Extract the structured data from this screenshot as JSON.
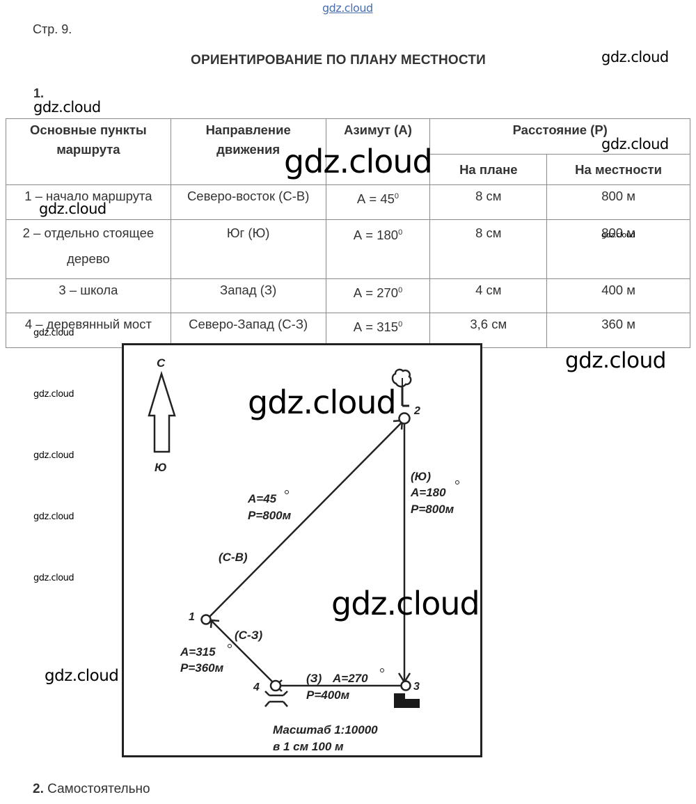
{
  "watermark": "gdz.cloud",
  "page_label": "Стр. 9.",
  "title": "ОРИЕНТИРОВАНИЕ ПО ПЛАНУ МЕСТНОСТИ",
  "task1_number": "1.",
  "table": {
    "headers": {
      "points": "Основные пункты маршрута",
      "direction": "Направление движения",
      "azimuth": "Азимут (А)",
      "distance": "Расстояние (Р)",
      "on_plan": "На плане",
      "on_ground": "На местности"
    },
    "rows": [
      {
        "point": "1 – начало маршрута",
        "direction": "Северо-восток (С-В)",
        "azimuth": "А = 45",
        "plan": "8 см",
        "ground": "800 м"
      },
      {
        "point": "2 – отдельно стоящее дерево",
        "direction": "Юг (Ю)",
        "azimuth": "А = 180",
        "plan": "8 см",
        "ground": "800 м"
      },
      {
        "point": "3 – школа",
        "direction": "Запад (З)",
        "azimuth": "А = 270",
        "plan": "4 см",
        "ground": "400 м"
      },
      {
        "point": "4 – деревянный мост",
        "direction": "Северо-Запад (С-З)",
        "azimuth": "А = 315",
        "plan": "3,6 см",
        "ground": "360 м"
      }
    ],
    "degree_mark": "0"
  },
  "map": {
    "north": "С",
    "south": "Ю",
    "points": {
      "p1": "1",
      "p2": "2",
      "p3": "3",
      "p4": "4"
    },
    "legs": {
      "leg12": {
        "dir": "(С-В)",
        "az": "А=45",
        "dist": "Р=800м"
      },
      "leg23": {
        "dir": "(Ю)",
        "az": "А=180",
        "dist": "Р=800м"
      },
      "leg34": {
        "dir": "(З)",
        "az": "А=270",
        "dist": "Р=400м"
      },
      "leg41": {
        "dir": "(С-З)",
        "az": "А=315",
        "dist": "Р=360м"
      }
    },
    "scale_line1": "Масштаб 1:10000",
    "scale_line2": "в 1 см 100 м"
  },
  "task2": {
    "number": "2.",
    "text": "Самостоятельно"
  }
}
